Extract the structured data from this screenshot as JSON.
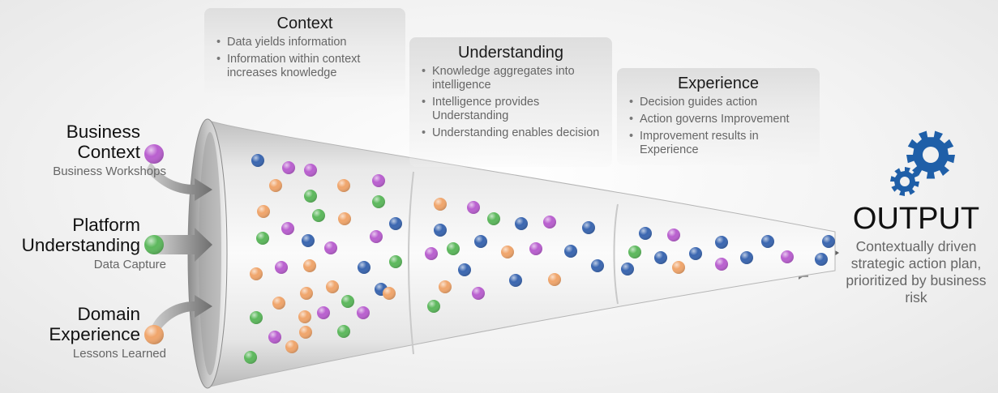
{
  "stages": [
    {
      "title": "Context",
      "bullets": [
        "Data yields information",
        "Information within context increases knowledge"
      ]
    },
    {
      "title": "Understanding",
      "bullets": [
        "Knowledge aggregates into intelligence",
        "Intelligence provides Understanding",
        "Understanding enables decision"
      ]
    },
    {
      "title": "Experience",
      "bullets": [
        "Decision guides action",
        "Action governs Improvement",
        "Improvement results in Experience"
      ]
    }
  ],
  "inputs": [
    {
      "title_line1": "Business",
      "title_line2": "Context",
      "subtitle": "Business Workshops",
      "color": "#b95fcf"
    },
    {
      "title_line1": "Platform",
      "title_line2": "Understanding",
      "subtitle": "Data Capture",
      "color": "#5cb85c"
    },
    {
      "title_line1": "Domain",
      "title_line2": "Experience",
      "subtitle": "Lessons Learned",
      "color": "#f0a56b"
    }
  ],
  "output": {
    "title": "OUTPUT",
    "description": "Contextually driven strategic action plan, prioritized by business risk",
    "icon": "gears-icon",
    "icon_color": "#1f5fa8"
  },
  "dot_colors": {
    "blue": "#3a66b0",
    "purple": "#b95fcf",
    "green": "#5cb85c",
    "orange": "#f0a56b"
  }
}
